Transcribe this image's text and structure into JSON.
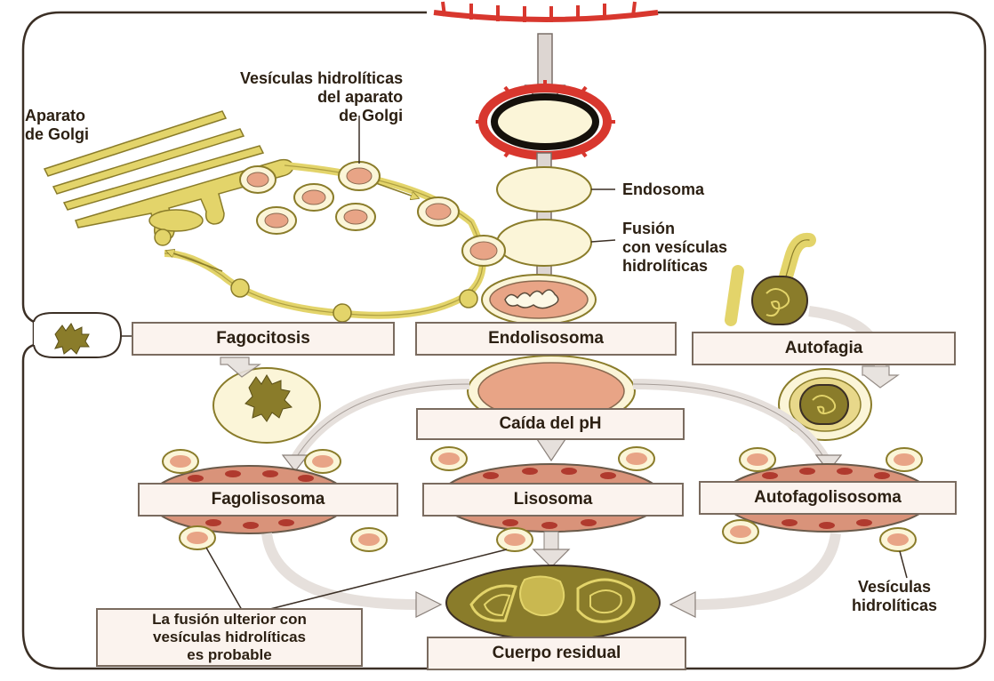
{
  "labels": {
    "golgi": [
      "Aparato",
      "de Golgi"
    ],
    "golgi_vesicles": [
      "Vesículas hidrolíticas",
      "del aparato",
      "de Golgi"
    ],
    "endosome": "Endosoma",
    "fusion": [
      "Fusión",
      "con vesículas",
      "hidrolíticas"
    ],
    "hydrolytic_vesicles": [
      "Vesículas",
      "hidrolíticas"
    ]
  },
  "boxes": {
    "phagocytosis": "Fagocitosis",
    "endolysosome": "Endolisosoma",
    "autophagy": "Autofagia",
    "ph_drop": "Caída del pH",
    "phagolysosome": "Fagolisosoma",
    "lysosome": "Lisosoma",
    "autophagolysosome": "Autofagolisosoma",
    "further_fusion": [
      "La fusión ulterior con",
      "vesículas hidrolíticas",
      "es probable"
    ],
    "residual_body": "Cuerpo residual"
  },
  "colors": {
    "background": "#ffffff",
    "membrane": "#e3d46a",
    "vesicle_fill": "#e8a486",
    "lysosome_fill": "#d9937a",
    "pale_vesicle": "#fbf5d8",
    "olive": "#8a7c2a",
    "clathrin_red": "#d8372e",
    "arrow": "#cfc7c3",
    "box_fill": "#fbf3ee"
  }
}
